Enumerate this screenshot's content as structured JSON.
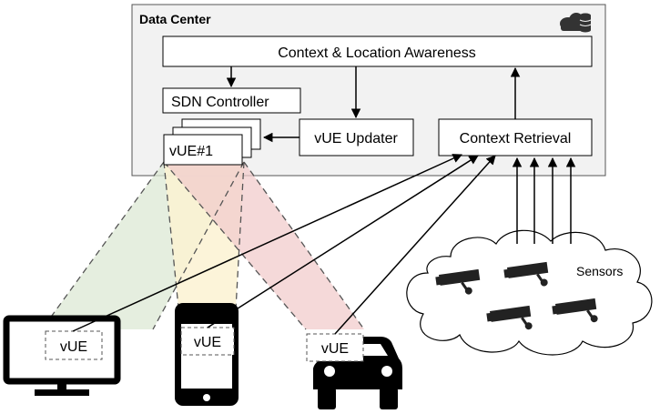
{
  "data_center": {
    "title": "Data Center",
    "icon": "cloud-database-icon"
  },
  "boxes": {
    "context_awareness": "Context & Location Awareness",
    "sdn_controller": "SDN Controller",
    "vue_stack": "vUE#1",
    "vue_updater": "vUE Updater",
    "context_retrieval": "Context Retrieval"
  },
  "devices": {
    "tv": "vUE",
    "phone": "vUE",
    "car": "vUE"
  },
  "sensors": {
    "label": "Sensors",
    "icon": "security-camera-icon"
  },
  "colors": {
    "tv_beam": "#dce8d4",
    "phone_beam": "#fcf2d2",
    "car_beam": "#f2cccc",
    "frame_fill": "#f2f2f2"
  }
}
